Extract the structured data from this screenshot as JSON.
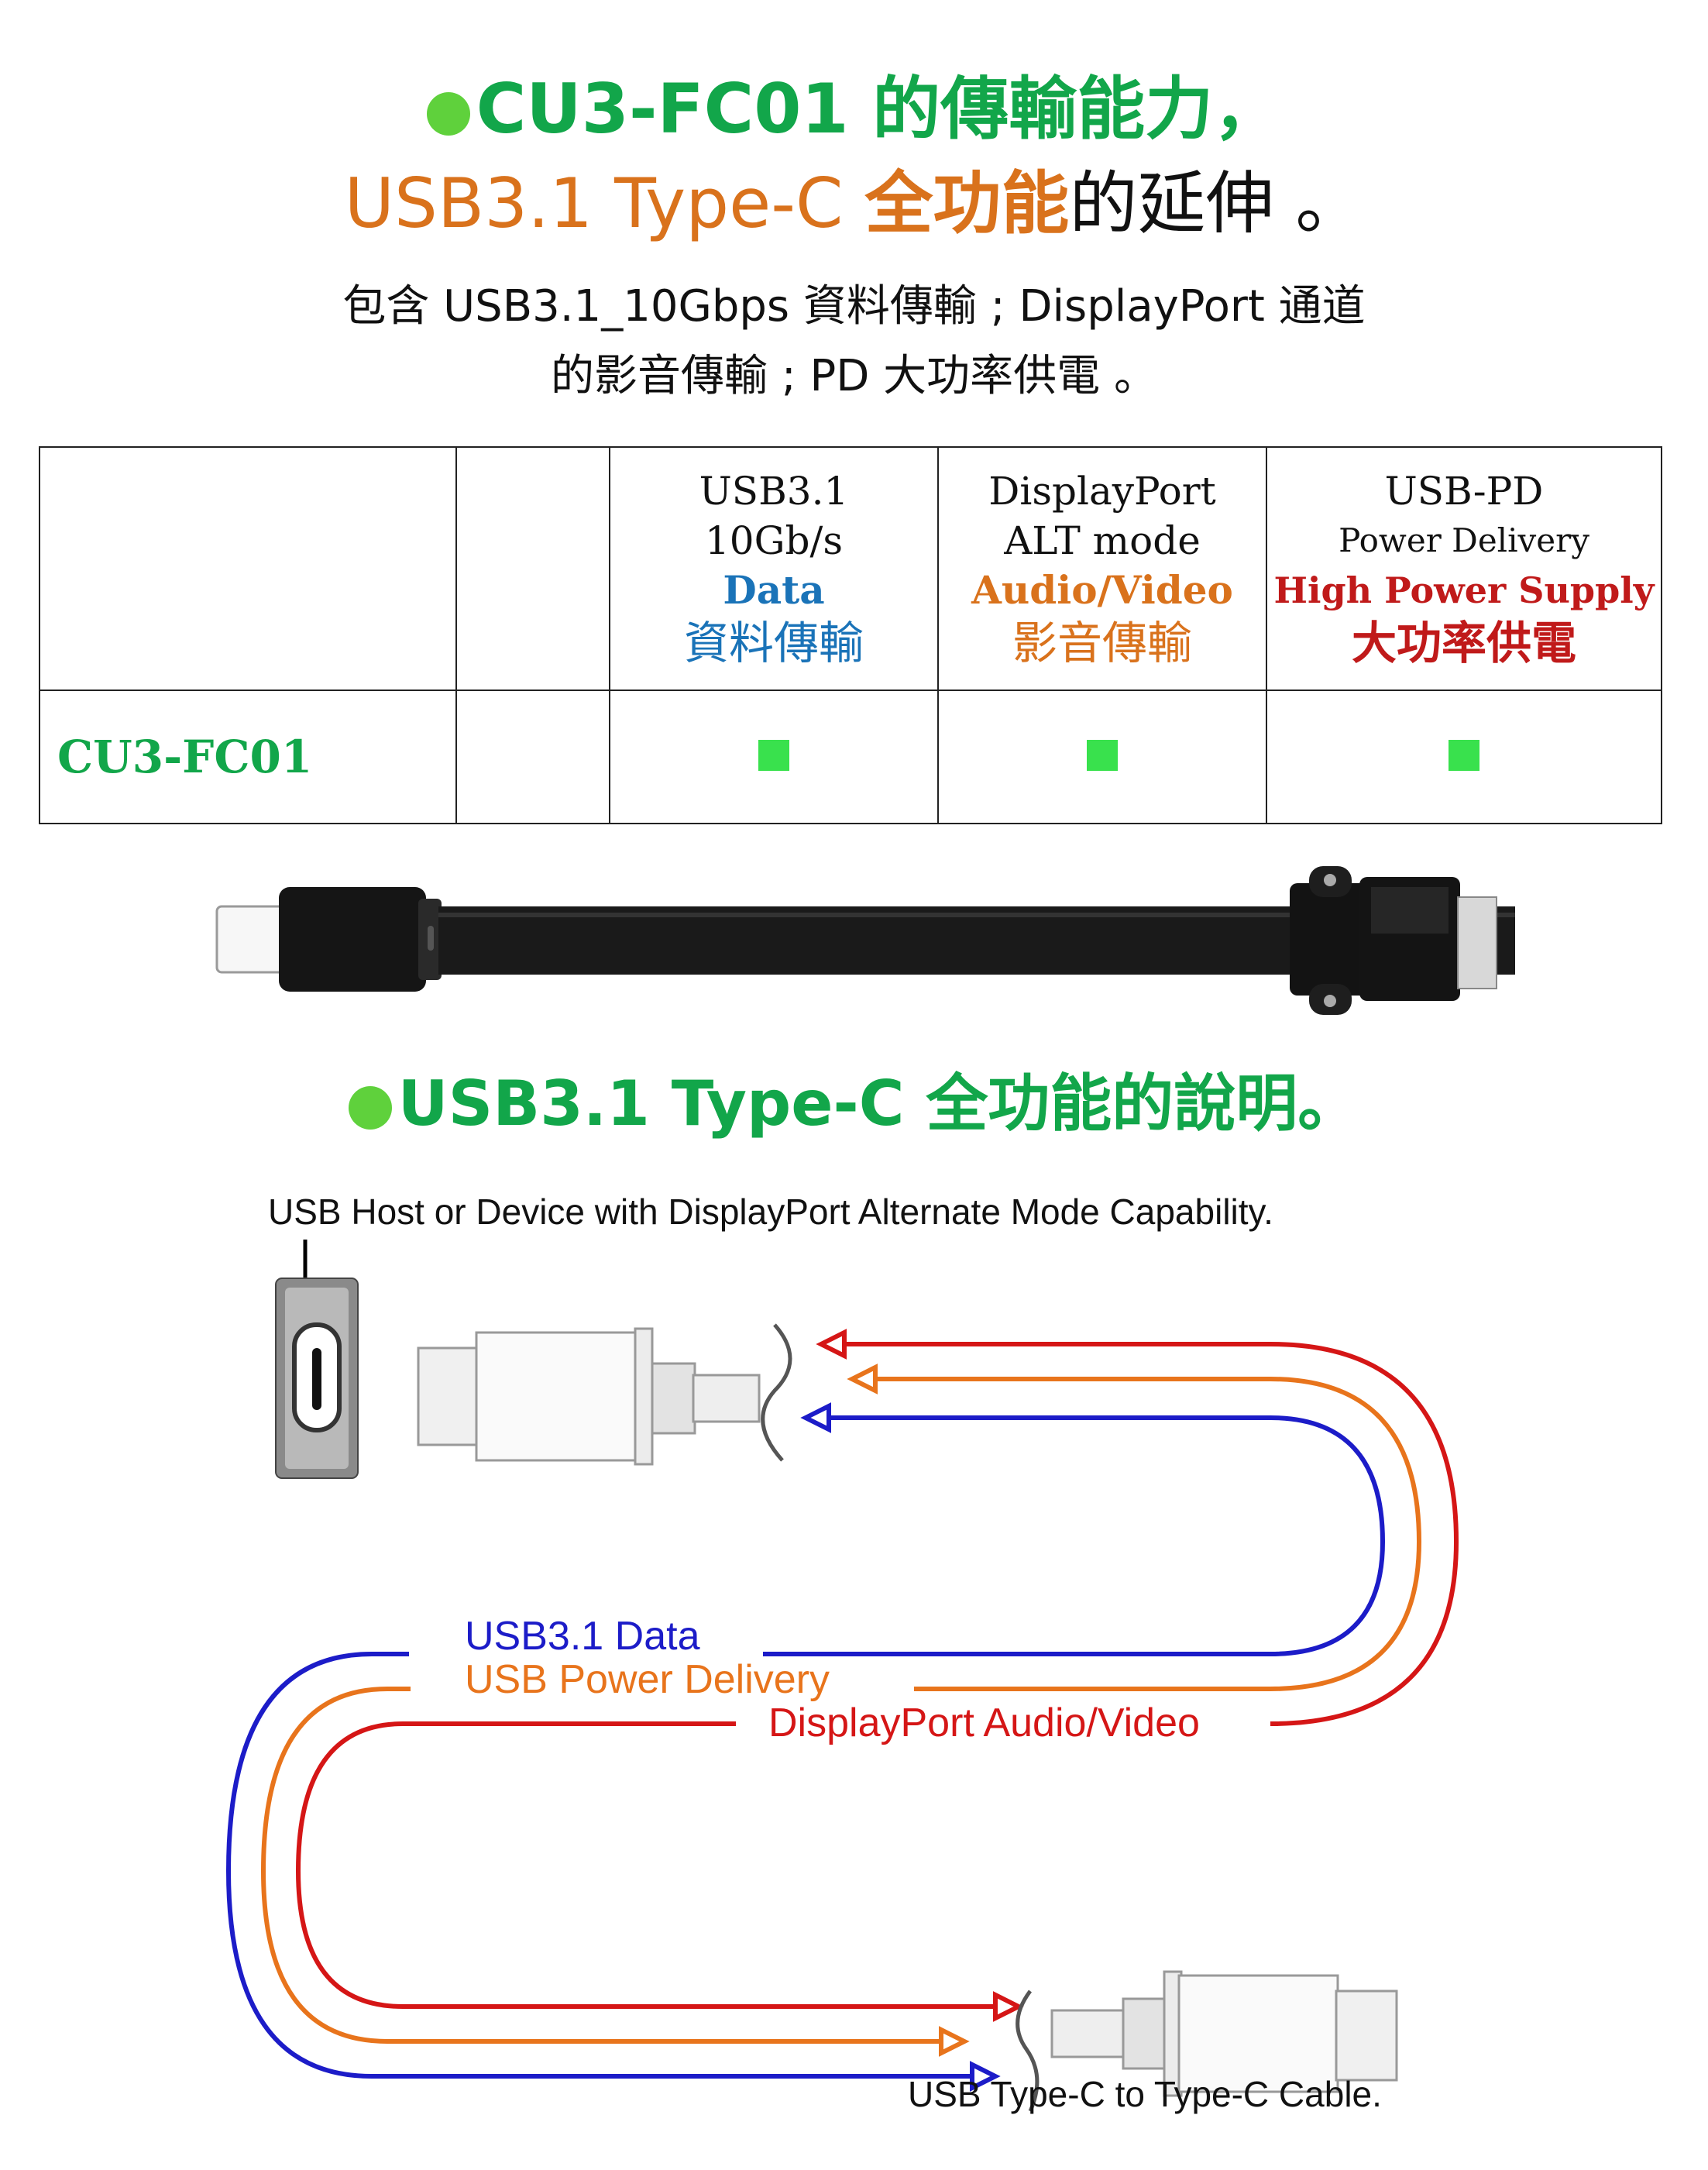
{
  "header": {
    "title_line1": "CU3-FC01 的傳輸能力，",
    "title_line2_a": "USB3.1 Type-C ",
    "title_line2_b": "全功能",
    "title_line2_c": "的延伸 。",
    "subtitle_line1": "包含  USB3.1_10Gbps 資料傳輸 ; DisplayPort 通道",
    "subtitle_line2": "的影音傳輸 ; PD 大功率供電 。"
  },
  "table": {
    "columns": [
      {
        "l1": "USB3.1",
        "l2": "10Gb/s",
        "l3": "Data",
        "l4": "資料傳輸"
      },
      {
        "l1": "DisplayPort",
        "l2": "ALT mode",
        "l3": "Audio/Video",
        "l4": "影音傳輸"
      },
      {
        "l1": "USB-PD",
        "l2": "Power Delivery",
        "l3": "High Power Supply",
        "l4": "大功率供電"
      }
    ],
    "row_product": "CU3-FC01",
    "supported": [
      true,
      true,
      true
    ]
  },
  "section2": {
    "title": "USB3.1 Type-C 全功能的說明。"
  },
  "diagram": {
    "host_label": "USB Host or Device with DisplayPort Alternate Mode Capability.",
    "line_data": "USB3.1 Data",
    "line_power": "USB Power Delivery",
    "line_dp": "DisplayPort Audio/Video",
    "cable_label": "USB Type-C to Type-C Cable.",
    "colors": {
      "red": "#d51616",
      "orange": "#e8741c",
      "blue": "#1c1cc8"
    }
  }
}
